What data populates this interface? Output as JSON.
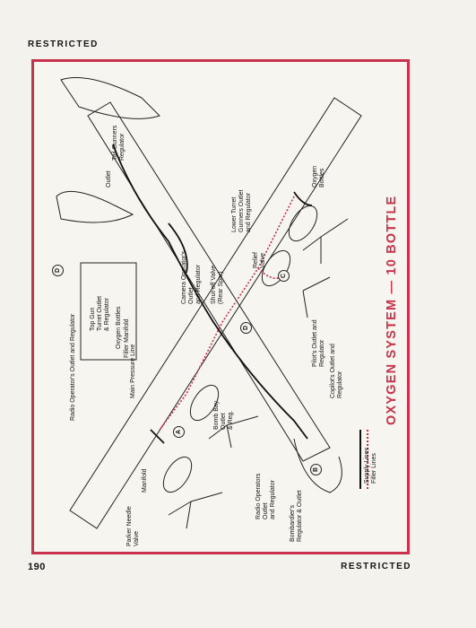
{
  "page": {
    "header": "RESTRICTED",
    "footer_number": "190",
    "footer_label": "RESTRICTED"
  },
  "figure": {
    "title": "OXYGEN SYSTEM — 10 BOTTLE",
    "labels": {
      "tail_gunners_regulator": [
        "Tail Gunners",
        "Regulator"
      ],
      "outlet": "Outlet",
      "lower_turret": [
        "Lower Turret",
        "Gunners Outlet",
        "and Regulator"
      ],
      "oxygen_bottles": [
        "Oxygen",
        "Bottles"
      ],
      "camera_operator": [
        "Camera Operator's",
        "Outlet",
        "and Regulator"
      ],
      "shutoff_valve": [
        "Shut-off Valve",
        "(Rear Spar)"
      ],
      "relief_valve": [
        "Relief",
        "Valve"
      ],
      "pilots_outlet": [
        "Pilot's Outlet and",
        "Regulator"
      ],
      "copilots_outlet": [
        "Copilot's Outlet and",
        "Regulator"
      ],
      "bomb_bay_outlet": [
        "Bomb Bay",
        "Outlet",
        "& Reg."
      ],
      "radio_operators_outlet": [
        "Radio Operators",
        "Outlet",
        "and Regulator"
      ],
      "bombardiers": [
        "Bombardier's",
        "Regulator & Outlet"
      ],
      "manifold": "Manifold",
      "parker_needle_valve": [
        "Parker Needle",
        "Valve"
      ]
    },
    "inset": {
      "radio_operators": "Radio Operator's Outlet and Regulator",
      "top_gun_turret": [
        "Top Gun",
        "Turret Outlet",
        "& Regulator"
      ],
      "filler_manifold": "Filler Manifold",
      "oxygen_bottles": "Oxygen Bottles",
      "main_pressure_line": "Main Pressure Line"
    },
    "markers": [
      "A",
      "B",
      "C",
      "D"
    ],
    "legend": {
      "supply": "Supply Lines",
      "filler": "Filler Lines"
    }
  }
}
